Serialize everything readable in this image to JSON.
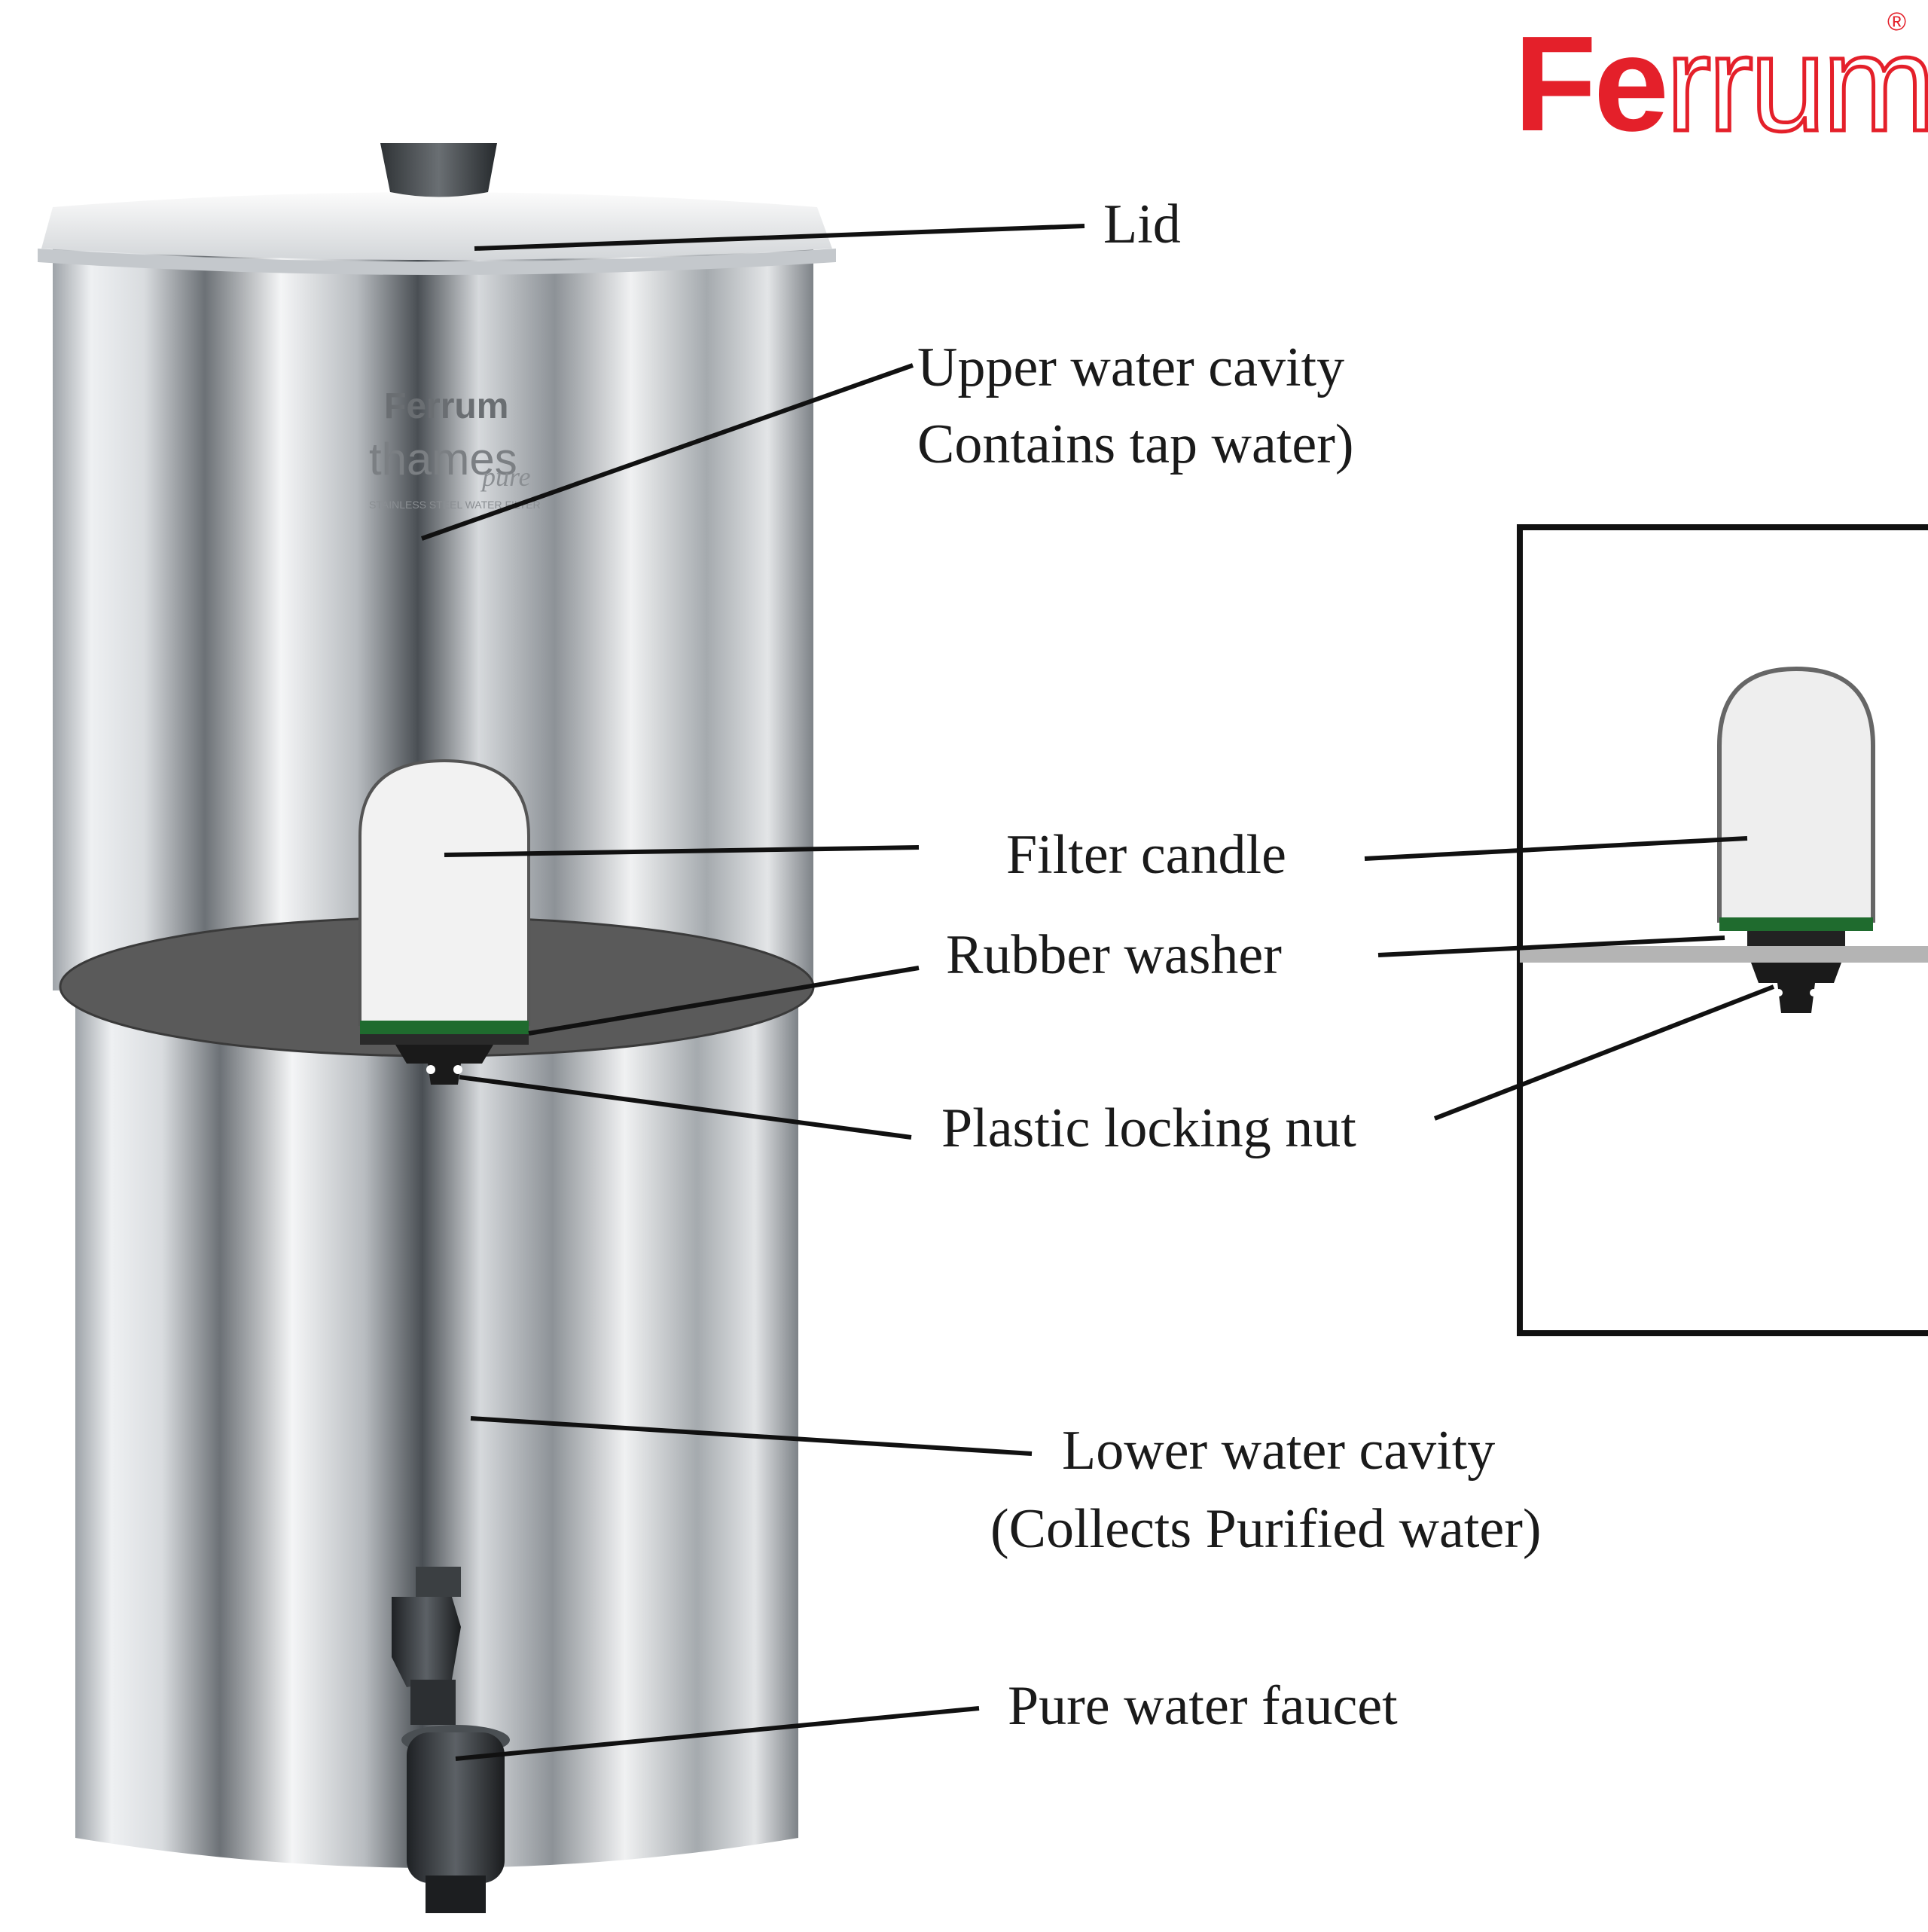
{
  "brand": {
    "name_part1": "Fe",
    "name_part2": "rrum",
    "registered": "®",
    "color": "#e4202a"
  },
  "product_marking": {
    "brand": "Ferrum",
    "model": "thames",
    "sub": "pure",
    "small_text": "STAINLESS STEEL WATER FILTER"
  },
  "labels": {
    "lid": "Lid",
    "upper_cavity_line1": "Upper water cavity",
    "upper_cavity_line2": "Contains tap water)",
    "filter_candle": "Filter candle",
    "rubber_washer": "Rubber washer",
    "plastic_nut": "Plastic locking nut",
    "lower_cavity_line1": "Lower water cavity",
    "lower_cavity_line2": "(Collects Purified water)",
    "faucet": "Pure water faucet"
  },
  "colors": {
    "steel_light": "#eef0f2",
    "steel_mid": "#a9aeb3",
    "steel_dark": "#4d5258",
    "washer": "#1f6b2e",
    "divider": "#5a5a5a"
  }
}
